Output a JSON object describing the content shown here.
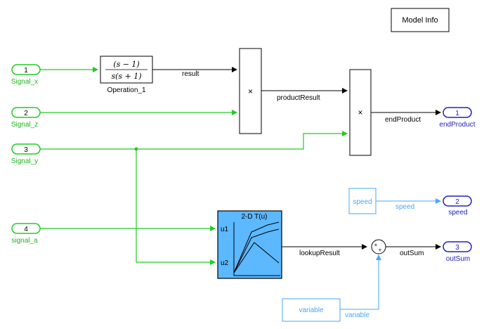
{
  "model_info": {
    "label": "Model Info"
  },
  "inports": [
    {
      "number": "1",
      "name": "Signal_x"
    },
    {
      "number": "2",
      "name": "Signal_z"
    },
    {
      "number": "3",
      "name": "Signal_y"
    },
    {
      "number": "4",
      "name": "signal_a"
    }
  ],
  "outports": [
    {
      "number": "1",
      "name": "endProduct"
    },
    {
      "number": "2",
      "name": "speed"
    },
    {
      "number": "3",
      "name": "outSum"
    }
  ],
  "transfer_fcn": {
    "numerator": "(s − 1)",
    "denominator": "s(s + 1)",
    "name": "Operation_1"
  },
  "product_symbol": "×",
  "lookup_table": {
    "title": "2-D T(u)",
    "in1": "u1",
    "in2": "u2"
  },
  "sum_block": {
    "sign1": "+",
    "sign2": "+"
  },
  "from_blocks": {
    "speed": "speed",
    "variable": "variable"
  },
  "signals": {
    "result": "result",
    "productResult": "productResult",
    "endProduct": "endProduct",
    "speed": "speed",
    "lookupResult": "lookupResult",
    "outSum": "outSum",
    "variable": "variable"
  },
  "colors": {
    "inport_line": "#22cc22",
    "outport": "#2020c0",
    "from_block": "#4aa6ff",
    "lookup_fill": "#5cb8ff"
  }
}
